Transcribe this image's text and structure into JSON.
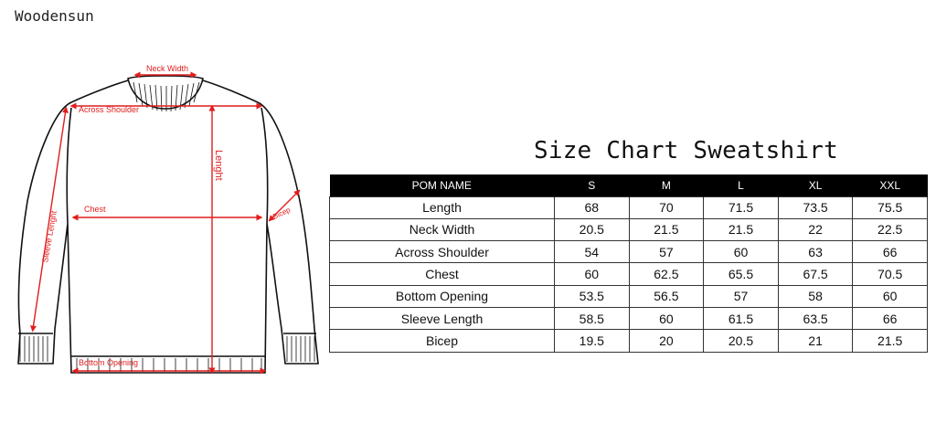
{
  "brand": "Woodensun",
  "title": "Size Chart Sweatshirt",
  "diagram_labels": {
    "neck_width": "Neck Width",
    "across_shoulder": "Across Shoulder",
    "length": "Lenght",
    "chest": "Chest",
    "bicep": "Bicep",
    "sleeve_length": "Sleeve Lenght",
    "bottom_opening": "Bottom Opening"
  },
  "colors": {
    "measure_line": "#e11d1d",
    "header_bg": "#000000",
    "header_text": "#ffffff"
  },
  "table": {
    "headers": [
      "POM NAME",
      "S",
      "M",
      "L",
      "XL",
      "XXL"
    ],
    "rows": [
      [
        "Length",
        "68",
        "70",
        "71.5",
        "73.5",
        "75.5"
      ],
      [
        "Neck Width",
        "20.5",
        "21.5",
        "21.5",
        "22",
        "22.5"
      ],
      [
        "Across Shoulder",
        "54",
        "57",
        "60",
        "63",
        "66"
      ],
      [
        "Chest",
        "60",
        "62.5",
        "65.5",
        "67.5",
        "70.5"
      ],
      [
        "Bottom Opening",
        "53.5",
        "56.5",
        "57",
        "58",
        "60"
      ],
      [
        "Sleeve Length",
        "58.5",
        "60",
        "61.5",
        "63.5",
        "66"
      ],
      [
        "Bicep",
        "19.5",
        "20",
        "20.5",
        "21",
        "21.5"
      ]
    ]
  }
}
